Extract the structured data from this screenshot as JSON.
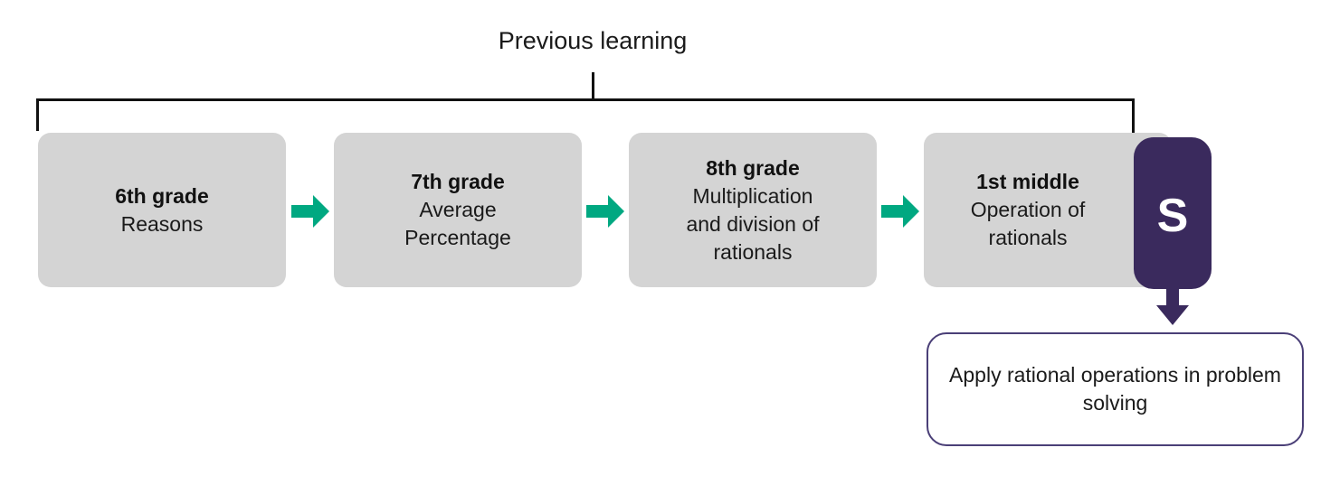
{
  "diagram": {
    "title": "Previous learning",
    "colors": {
      "box_fill": "#d4d4d4",
      "arrow_green": "#00a881",
      "badge_purple": "#3a2a5d",
      "outcome_border": "#4a3f77",
      "bracket_line": "#111111"
    },
    "boxes": [
      {
        "title": "6th grade",
        "desc": "Reasons"
      },
      {
        "title": "7th grade",
        "desc": "Average\nPercentage"
      },
      {
        "title": "8th grade",
        "desc": "Multiplication\nand division of\nrationals"
      },
      {
        "title": "1st middle",
        "desc": "Operation of\nrationals"
      }
    ],
    "badge": {
      "letter": "S"
    },
    "outcome": {
      "text": "Apply rational operations in problem solving"
    }
  }
}
